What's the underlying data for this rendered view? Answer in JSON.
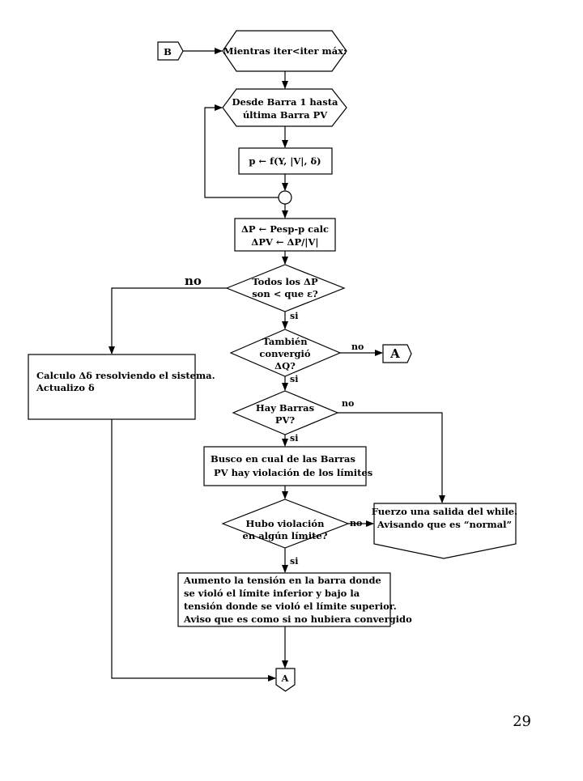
{
  "connectors": {
    "B": "B",
    "A_top": "A",
    "A_bottom": "A"
  },
  "nodes": {
    "while": "Mientras iter<iter máx:",
    "for_line1": "Desde Barra 1 hasta",
    "for_line2": "última Barra PV",
    "p_calc": "p ← f(Y, |V|, δ)",
    "dp_line1": "ΔP ← Pesp-p calc",
    "dp_line2": "ΔPV ← ΔP/|V|",
    "cond_dp_line1": "Todos los ΔP",
    "cond_dp_line2": "son < que ε?",
    "cond_dq_line1": "También",
    "cond_dq_line2": "convergió",
    "cond_dq_line3": "ΔQ?",
    "cond_pv_line1": "Hay Barras",
    "cond_pv_line2": "PV?",
    "search_line1": "Busco en cual  de las Barras",
    "search_line2": "PV hay violación de los límites",
    "cond_viol_line1": "Hubo violación",
    "cond_viol_line2": "en algún límite?",
    "calc_line1": "Calculo Δδ resolviendo el sistema.",
    "calc_line2": "Actualizo δ",
    "exit_line1": "Fuerzo una salida del while.",
    "exit_line2": "Avisando que es “normal”",
    "adjust_line1": "Aumento  la tensión en la barra donde",
    "adjust_line2": "se violó el límite inferior y bajo la",
    "adjust_line3": "tensión donde se violó el límite superior.",
    "adjust_line4": "Aviso que es como si no hubiera convergido"
  },
  "labels": {
    "no_dp": "no",
    "si_dp": "si",
    "no_dq": "no",
    "si_dq": "si",
    "no_pv": "no",
    "si_pv": "si",
    "no_viol": "no",
    "si_viol": "si"
  },
  "page_number": "29"
}
